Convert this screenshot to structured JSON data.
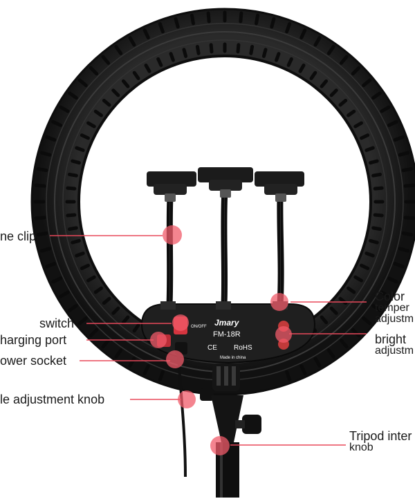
{
  "labels": {
    "phone_clip": "ne clip",
    "switch": "switch",
    "charging_port": "harging port",
    "power_socket": "ower socket",
    "angle_knob": "le adjustment knob",
    "color_temp_1": "Color",
    "color_temp_2": "temper",
    "color_temp_3": "adjustm",
    "bright_1": "bright",
    "bright_2": "adjustm",
    "tripod_1": "Tripod inter",
    "tripod_2": "knob"
  },
  "device": {
    "brand": "Jmary",
    "model": "FM-18R",
    "ce_mark": "CE",
    "rohs_mark": "RoHS",
    "made_in": "Made in china",
    "switch_tag": "ON/OFF"
  },
  "colors": {
    "marker": "#e23d4c",
    "marker_fill": "#f05b6a",
    "line": "#e8485a",
    "ring": "#1c1c1c",
    "ring_rib": "#333333",
    "text": "#1a1a1a"
  }
}
